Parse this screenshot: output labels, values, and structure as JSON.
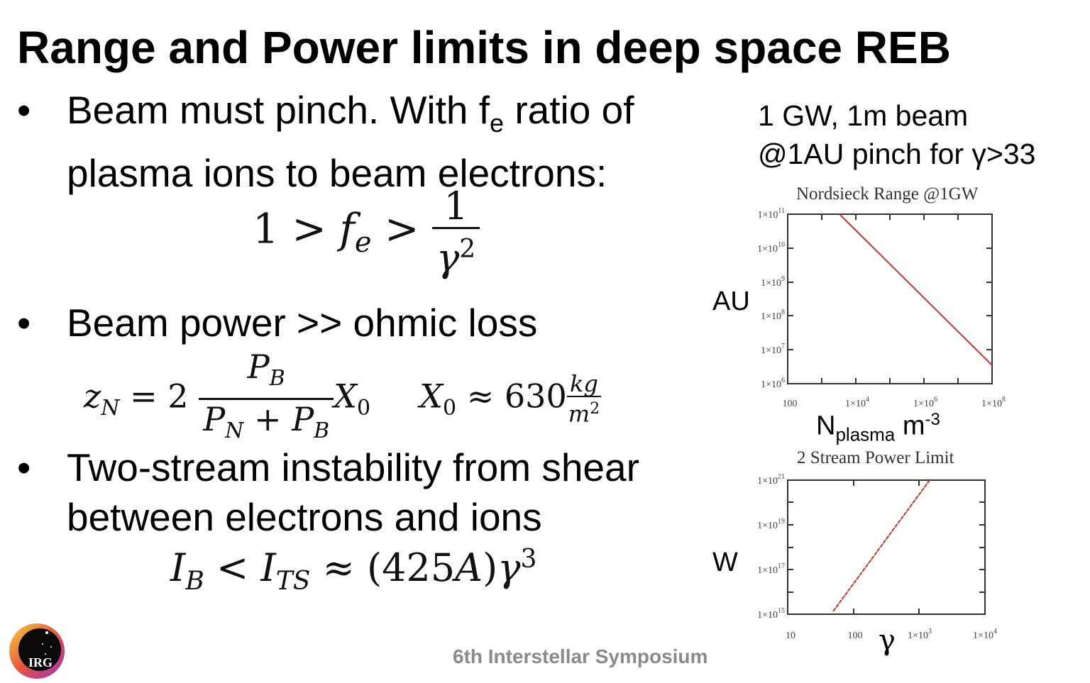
{
  "slide": {
    "title": "Range and Power limits in deep space REB",
    "footer": "6th Interstellar Symposium",
    "logo_text": "IRG",
    "bullet_glyph": "•",
    "bullets": [
      {
        "line1_a": "Beam must pinch.  With f",
        "line1_sub": "e",
        "line1_b": " ratio of",
        "line2": "plasma ions to beam electrons:"
      },
      {
        "line1": "Beam power >> ohmic loss"
      },
      {
        "line1": "Two-stream instability from shear",
        "line2": "between electrons and ions"
      }
    ],
    "equations": {
      "eq1": {
        "lhs": "1 > ",
        "f": "f",
        "f_sub": "e",
        "gt": " > ",
        "num": "1",
        "den": "γ",
        "den_sup": "2"
      },
      "eq2": {
        "z": "z",
        "z_sub": "N",
        "eq": " = 2",
        "num_p": "P",
        "num_sub": "B",
        "den_p1": "P",
        "den_sub1": "N",
        "den_plus": " + ",
        "den_p2": "P",
        "den_sub2": "B",
        "x": "X",
        "x_sub": "0",
        "x2": "X",
        "x2_sub": "0",
        "approx": " ≈ 630",
        "unit_num": "kg",
        "unit_den": "m",
        "unit_den_sup": "2"
      },
      "eq3": {
        "i1": "I",
        "i1_sub": "B",
        "lt": " < ",
        "i2": "I",
        "i2_sub": "TS",
        "rest": " ≈ (425",
        "a": "A",
        "close": ")",
        "g": "γ",
        "g_sup": "3"
      }
    },
    "side_note": {
      "line1": "1 GW, 1m beam",
      "line2": "@1AU pinch for γ>33"
    }
  },
  "chart_data": [
    {
      "type": "line",
      "title": "Nordsieck Range @1GW",
      "xlabel": "N_plasma m^-3",
      "xlabel_main": "N",
      "xlabel_sub": "plasma",
      "xlabel_unit": "m",
      "xlabel_unit_sup": "-3",
      "ylabel": "AU",
      "xscale": "log",
      "yscale": "log",
      "xlim": [
        100,
        100000000
      ],
      "ylim": [
        1000000,
        100000000000
      ],
      "x_tick_labels": [
        "100",
        "1×10^4",
        "1×10^6",
        "1×10^8"
      ],
      "y_tick_labels": [
        "1×10^6",
        "1×10^7",
        "1×10^8",
        "1×10^9",
        "1×10^10",
        "1×10^11"
      ],
      "grid": false,
      "series": [
        {
          "name": "range",
          "color": "#c0392b",
          "x": [
            3300,
            100000000
          ],
          "y": [
            100000000000,
            3500000
          ]
        }
      ]
    },
    {
      "type": "line",
      "title": "2 Stream Power Limit",
      "xlabel": "γ",
      "ylabel": "W",
      "xscale": "log",
      "yscale": "log",
      "xlim": [
        10,
        10000
      ],
      "ylim": [
        1000000000000000.0,
        1e+21
      ],
      "x_tick_labels": [
        "10",
        "100",
        "1×10^3",
        "1×10^4"
      ],
      "y_tick_labels": [
        "1×10^15",
        "1×10^17",
        "1×10^19",
        "1×10^21"
      ],
      "grid": false,
      "series": [
        {
          "name": "power limit",
          "color": "#c0392b",
          "x": [
            49,
            1450
          ],
          "y": [
            1000000000000000.0,
            1e+21
          ]
        }
      ]
    }
  ]
}
